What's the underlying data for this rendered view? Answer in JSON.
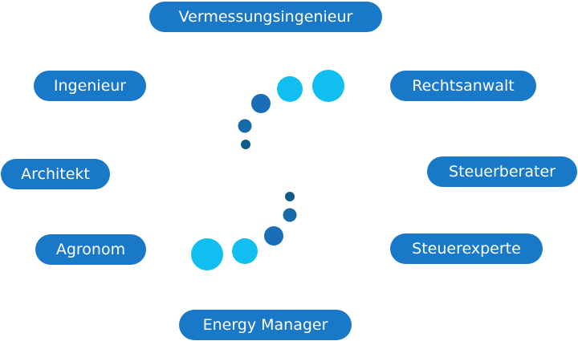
{
  "professions": [
    "Vermessungsingenieur",
    "Ingenieur",
    "Rechtsanwalt",
    "Architekt",
    "Steuerberater",
    "Agronom",
    "Steuerexperte",
    "Energy Manager"
  ],
  "colors": {
    "pill_background": "#1a78c8",
    "pill_text": "#ffffff",
    "dot_light": "#10bff0",
    "dot_mid": "#1a6eb8",
    "dot_dark": "#0f5c8a"
  }
}
